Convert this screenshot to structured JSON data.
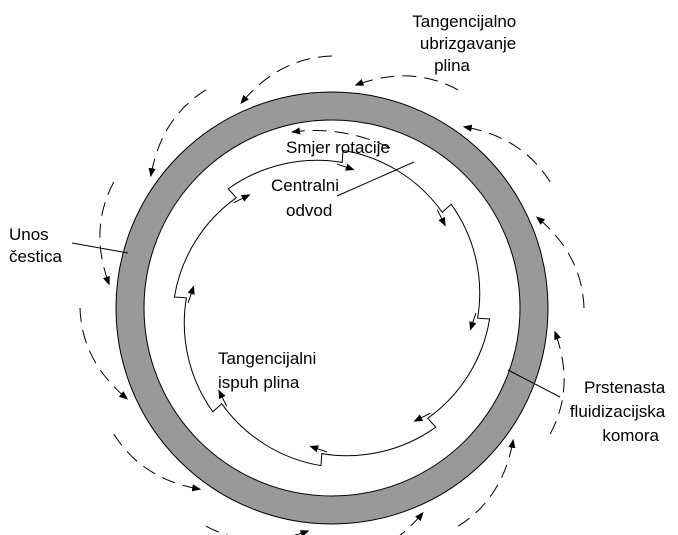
{
  "labels": {
    "gas_injection": [
      "Tangencijalno",
      "ubrizgavanje",
      "plina"
    ],
    "rotation": "Smjer rotacije",
    "central_outlet": [
      "Centralni",
      "odvod"
    ],
    "particle_input": [
      "Unos",
      "čestica"
    ],
    "gas_exhaust": [
      "Tangencijalni",
      "ispuh plina"
    ],
    "chamber": [
      "Prstenasta",
      "fluidizacijska",
      "komora"
    ]
  },
  "colors": {
    "ring": "#999999",
    "stroke": "#000000"
  }
}
